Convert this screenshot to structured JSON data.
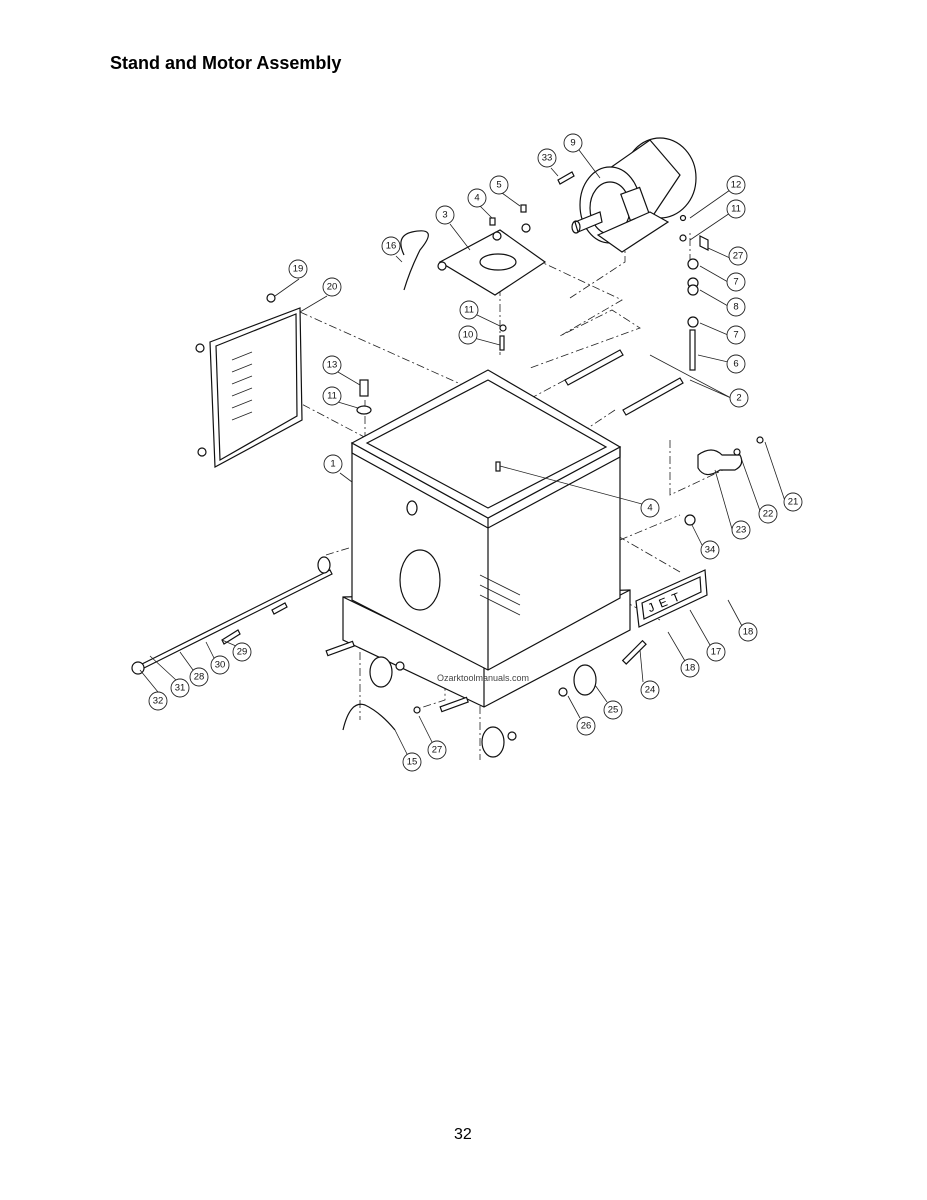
{
  "page": {
    "title": "Stand and Motor Assembly",
    "page_number": "32",
    "watermark": "Ozarktoolmanuals.com"
  },
  "diagram": {
    "nameplate_text": "JET",
    "callouts": [
      "9",
      "33",
      "12",
      "11",
      "27",
      "7",
      "8",
      "7",
      "6",
      "2",
      "5",
      "4",
      "3",
      "16",
      "19",
      "20",
      "11",
      "10",
      "13",
      "11",
      "1",
      "4",
      "21",
      "22",
      "23",
      "34",
      "18",
      "17",
      "18",
      "24",
      "25",
      "26",
      "27",
      "15",
      "29",
      "30",
      "28",
      "31",
      "32"
    ]
  }
}
